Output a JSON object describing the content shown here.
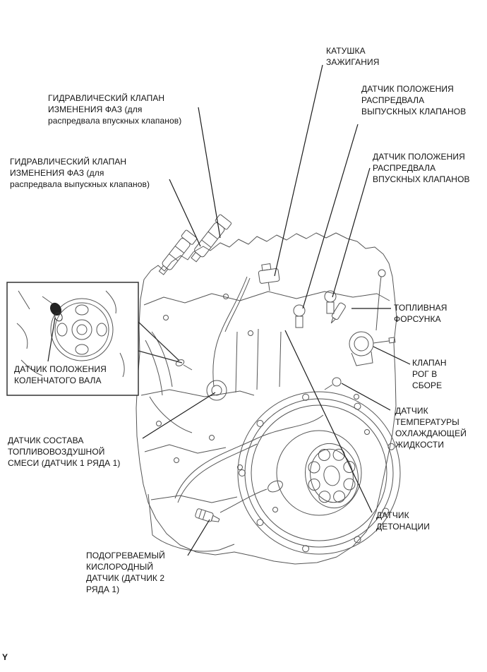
{
  "figure": {
    "type": "engine-components-location-diagram",
    "language": "ru",
    "corner_mark": "Y"
  },
  "colors": {
    "background": "#ffffff",
    "art_line": "#555555",
    "leader_line": "#1c1c1c",
    "text": "#141414",
    "inset_border": "#333333"
  },
  "labels": {
    "ignition_coil": {
      "lines": [
        "КАТУШКА",
        "ЗАЖИГАНИЯ"
      ]
    },
    "exhaust_cam_sensor": {
      "lines": [
        "ДАТЧИК ПОЛОЖЕНИЯ",
        "РАСПРЕДВАЛА",
        "ВЫПУСКНЫХ КЛАПАНОВ"
      ]
    },
    "intake_vvt_valve": {
      "lines": [
        "ГИДРАВЛИЧЕСКИЙ КЛАПАН",
        "ИЗМЕНЕНИЯ ФАЗ (для",
        "распредвала впускных клапанов)"
      ]
    },
    "exhaust_vvt_valve": {
      "lines": [
        "ГИДРАВЛИЧЕСКИЙ КЛАПАН",
        "ИЗМЕНЕНИЯ ФАЗ (для",
        "распредвала выпускных клапанов)"
      ]
    },
    "intake_cam_sensor": {
      "lines": [
        "ДАТЧИК ПОЛОЖЕНИЯ",
        "РАСПРЕДВАЛА",
        "ВПУСКНЫХ КЛАПАНОВ"
      ]
    },
    "fuel_injector": {
      "lines": [
        "ТОПЛИВНАЯ",
        "ФОРСУНКА"
      ]
    },
    "egr_valve": {
      "lines": [
        "КЛАПАН",
        "РОГ В",
        "СБОРЕ"
      ]
    },
    "coolant_temp_sensor": {
      "lines": [
        "ДАТЧИК",
        "ТЕМПЕРАТУРЫ",
        "ОХЛАЖДАЮЩЕЙ",
        "ЖИДКОСТИ"
      ]
    },
    "crankshaft_position_sensor": {
      "lines": [
        "ДАТЧИК ПОЛОЖЕНИЯ",
        "КОЛЕНЧАТОГО ВАЛА"
      ]
    },
    "afr_sensor": {
      "lines": [
        "ДАТЧИК СОСТАВА",
        "ТОПЛИВОВОЗДУШНОЙ",
        "СМЕСИ (ДАТЧИК 1 РЯДА 1)"
      ]
    },
    "knock_sensor": {
      "lines": [
        "ДАТЧИК",
        "ДЕТОНАЦИИ"
      ]
    },
    "heated_o2_sensor": {
      "lines": [
        "ПОДОГРЕВАЕМЫЙ",
        "КИСЛОРОДНЫЙ",
        "ДАТЧИК (ДАТЧИК 2",
        "РЯДА 1)"
      ]
    }
  }
}
